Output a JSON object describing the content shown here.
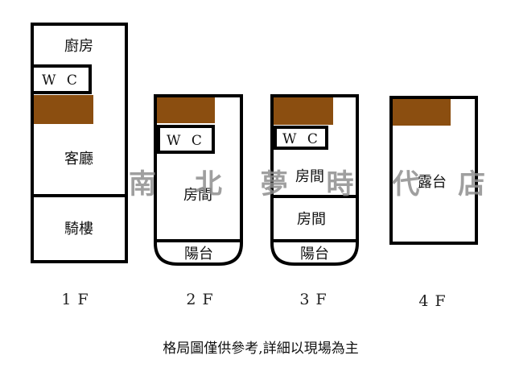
{
  "watermark": "南 北 夢 時 代 店",
  "caption": "格局圖僅供參考,詳細以現場為主",
  "floors": [
    {
      "label": "1F",
      "rooms": {
        "kitchen": "廚房",
        "wc": "W C",
        "living": "客廳",
        "arcade": "騎樓"
      }
    },
    {
      "label": "2F",
      "rooms": {
        "wc": "W C",
        "bedroom": "房間",
        "balcony": "陽台"
      }
    },
    {
      "label": "3F",
      "rooms": {
        "wc": "W C",
        "bedroom1": "房間",
        "bedroom2": "房間",
        "balcony": "陽台"
      }
    },
    {
      "label": "4F",
      "rooms": {
        "terrace": "露台"
      }
    }
  ],
  "colors": {
    "stair": "#8b4e10",
    "wall": "#000000",
    "watermark": "#8f8f8f"
  }
}
